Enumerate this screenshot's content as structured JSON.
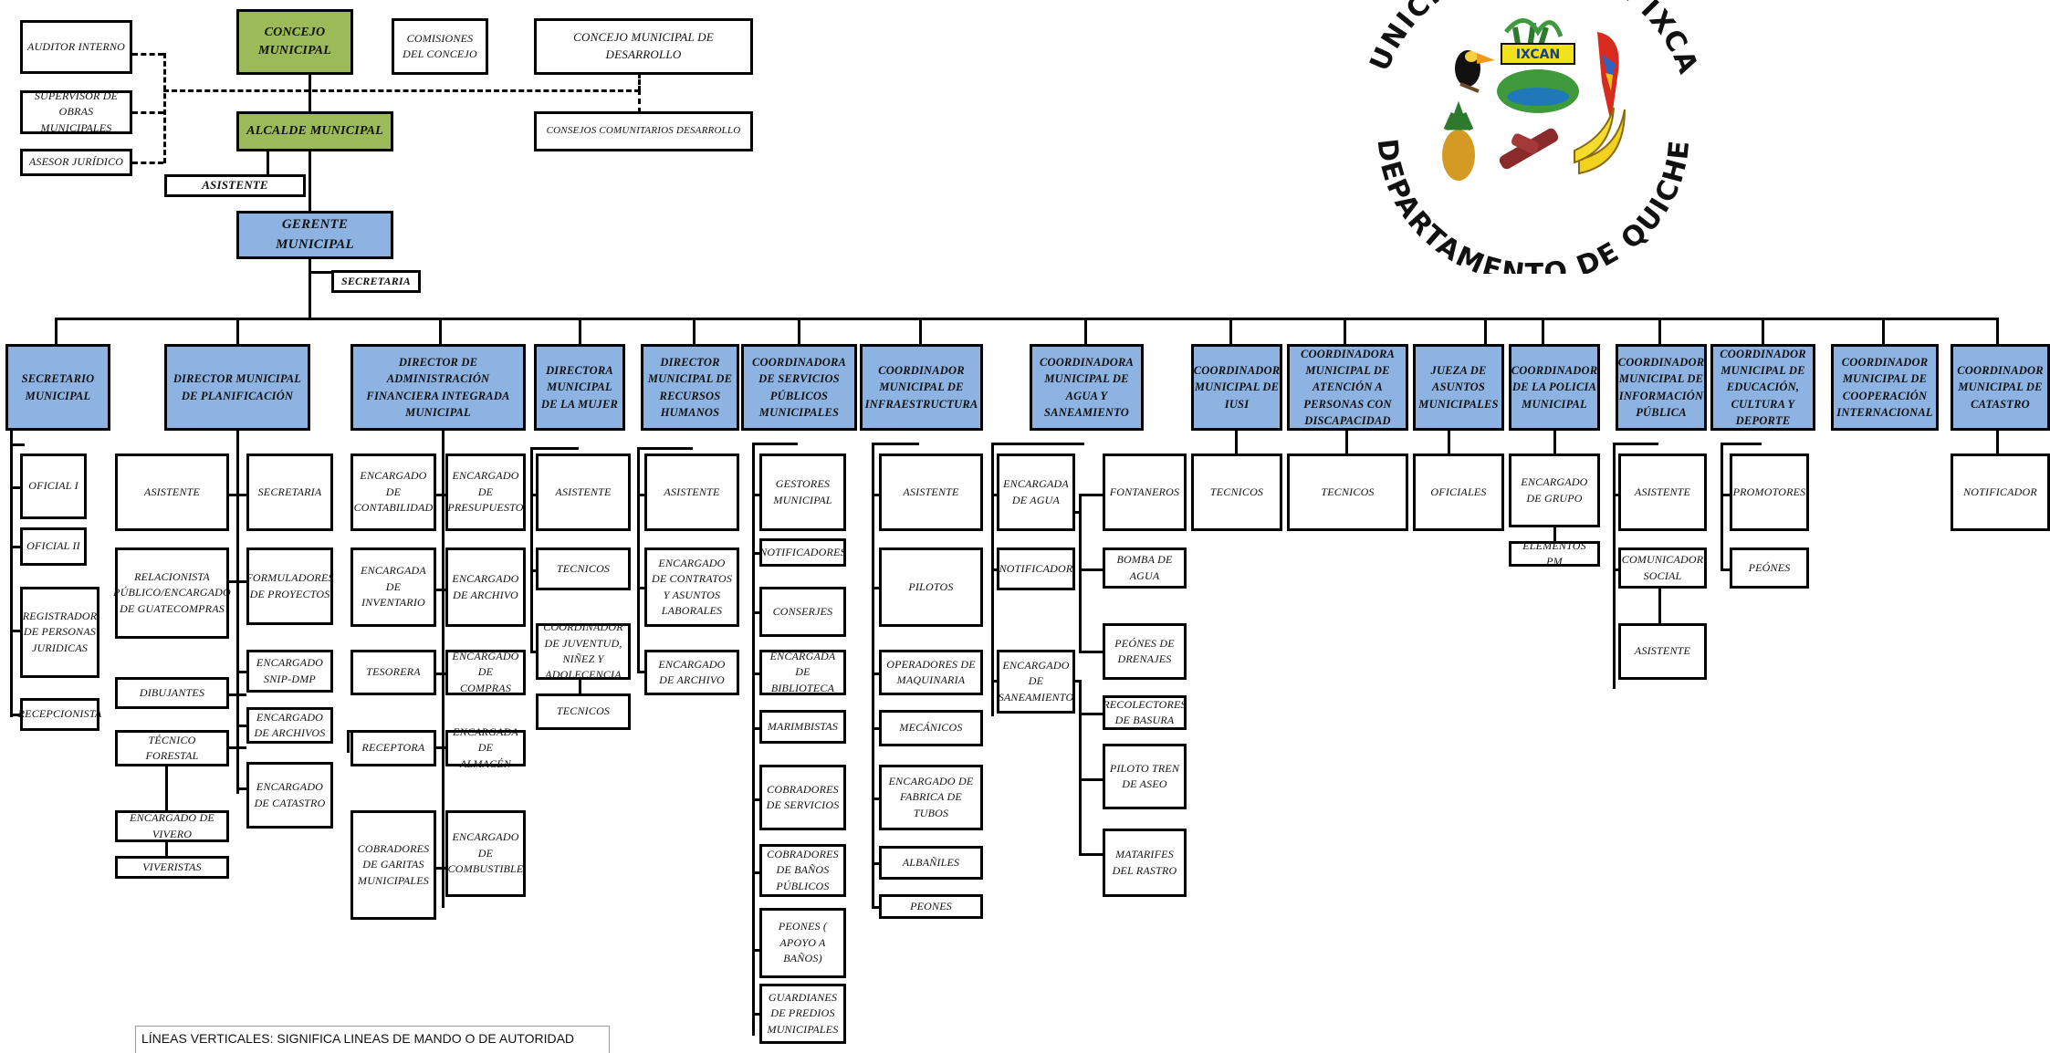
{
  "seal": {
    "arc_top": "MUNICIPALIDAD DE IXCAN",
    "banner": "IXCAN",
    "arc_bottom": "DEPARTAMENTO DE QUICHE"
  },
  "legend": "LÍNEAS VERTICALES: SIGNIFICA LINEAS DE MANDO O DE AUTORIDAD",
  "colors": {
    "blue": "#8db3e2",
    "green": "#9bbb59"
  },
  "top": {
    "auditor": "AUDITOR INTERNO",
    "supervisor": "SUPERVISOR DE OBRAS MUNICIPALES",
    "asesor": "ASESOR JURÍDICO",
    "concejo": "CONCEJO MUNICIPAL",
    "comisiones": "COMISIONES DEL CONCEJO",
    "cmd": "CONCEJO MUNICIPAL DE DESARROLLO",
    "cocodes": "CONSEJOS COMUNITARIOS DESARROLLO",
    "alcalde": "ALCALDE MUNICIPAL",
    "asistente": "ASISTENTE",
    "gerente": "GERENTE MUNICIPAL",
    "secretaria": "SECRETARIA"
  },
  "departments": {
    "secretario": "SECRETARIO MUNICIPAL",
    "planificacion": "DIRECTOR MUNICIPAL DE PLANIFICACIÓN",
    "dafim": "DIRECTOR DE ADMINISTRACIÓN FINANCIERA INTEGRADA MUNICIPAL",
    "mujer": "DIRECTORA MUNICIPAL DE LA MUJER",
    "rrhh": "DIRECTOR MUNICIPAL DE RECURSOS HUMANOS",
    "servicios": "COORDINADORA DE SERVICIOS PÚBLICOS MUNICIPALES",
    "infra": "COORDINADOR MUNICIPAL DE INFRAESTRUCTURA",
    "agua": "COORDINADORA MUNICIPAL DE AGUA Y SANEAMIENTO",
    "iusi": "COORDINADOR MUNICIPAL DE IUSI",
    "discapacidad": "COORDINADORA MUNICIPAL DE ATENCIÓN A PERSONAS CON DISCAPACIDAD",
    "jueza": "JUEZA DE ASUNTOS MUNICIPALES",
    "policia": "COORDINADOR DE LA POLICIA MUNICIPAL",
    "informacion": "COORDINADOR MUNICIPAL DE INFORMACIÓN PÚBLICA",
    "educacion": "COORDINADOR MUNICIPAL DE EDUCACIÓN, CULTURA Y DEPORTE",
    "cooperacion": "COORDINADOR MUNICIPAL DE COOPERACIÓN INTERNACIONAL",
    "catastro": "COORDINADOR MUNICIPAL DE CATASTRO"
  },
  "units": {
    "oficial1": "OFICIAL I",
    "oficial2": "OFICIAL II",
    "registrador": "REGISTRADOR DE PERSONAS JURIDICAS",
    "recepcionista": "RECEPCIONISTA",
    "plan_asistente": "ASISTENTE",
    "plan_secretaria": "SECRETARIA",
    "relacionista": "RELACIONISTA PÚBLICO/ENCARGADO DE GUATECOMPRAS",
    "formuladores": "FORMULADORES DE PROYECTOS",
    "dibujantes": "DIBUJANTES",
    "snip": "ENCARGADO SNIP-DMP",
    "plan_archivos": "ENCARGADO DE ARCHIVOS",
    "tecnico_forestal": "TÉCNICO FORESTAL",
    "plan_catastro": "ENCARGADO DE CATASTRO",
    "vivero": "ENCARGADO DE VIVERO",
    "viveristas": "VIVERISTAS",
    "contabilidad": "ENCARGADO DE CONTABILIDAD",
    "presupuesto": "ENCARGADO DE PRESUPUESTO",
    "inventario": "ENCARGADA DE INVENTARIO",
    "daf_archivo": "ENCARGADO DE ARCHIVO",
    "tesorera": "TESORERA",
    "compras": "ENCARGADO DE COMPRAS",
    "receptora": "RECEPTORA",
    "almacen": "ENCARGADA DE ALMACÉN",
    "cobradores_garitas": "COBRADORES DE GARITAS MUNICIPALES",
    "combustible": "ENCARGADO DE COMBUSTIBLE",
    "mujer_asistente": "ASISTENTE",
    "mujer_tecnicos": "TECNICOS",
    "juventud": "COORDINADOR DE JUVENTUD, NIÑEZ Y ADOLECENCIA",
    "mujer_tecnicos2": "TECNICOS",
    "rrhh_asistente": "ASISTENTE",
    "contratos": "ENCARGADO DE CONTRATOS Y ASUNTOS LABORALES",
    "rrhh_archivo": "ENCARGADO DE ARCHIVO",
    "gestores": "GESTORES MUNICIPAL",
    "notificadores": "NOTIFICADORES",
    "conserjes": "CONSERJES",
    "biblioteca": "ENCARGADA DE BIBLIOTECA",
    "marimbistas": "MARIMBISTAS",
    "cobradores_servicios": "COBRADORES DE SERVICIOS",
    "cobradores_banos": "COBRADORES DE BAÑOS PÚBLICOS",
    "peones_banos": "PEONES ( APOYO A BAÑOS)",
    "guardianes": "GUARDIANES DE PREDIOS MUNICIPALES",
    "infra_asistente": "ASISTENTE",
    "pilotos": "PILOTOS",
    "operadores": "OPERADORES DE MAQUINARIA",
    "mecanicos": "MECÁNICOS",
    "tubos": "ENCARGADO DE FABRICA DE TUBOS",
    "albaniles": "ALBAÑILES",
    "infra_peones": "PEONES",
    "enc_agua": "ENCARGADA DE AGUA",
    "fontaneros": "FONTANEROS",
    "agua_notificador": "NOTIFICADOR",
    "bomba": "BOMBA DE AGUA",
    "peones_drenajes": "PEÓNES DE DRENAJES",
    "saneamiento": "ENCARGADO DE SANEAMIENTO",
    "recolectores": "RECOLECTORES DE BASURA",
    "piloto_tren": "PILOTO TREN DE ASEO",
    "matarifes": "MATARIFES DEL RASTRO",
    "iusi_tecnicos": "TECNICOS",
    "disc_tecnicos": "TECNICOS",
    "oficiales": "OFICIALES",
    "jefe_grupo": "ENCARGADO DE GRUPO",
    "elementos": "ELEMENTOS PM",
    "info_asistente": "ASISTENTE",
    "comunicador": "COMUNICADOR SOCIAL",
    "info_asistente2": "ASISTENTE",
    "promotores": "PROMOTORES",
    "edu_peones": "PEÓNES",
    "cat_notificador": "NOTIFICADOR"
  }
}
